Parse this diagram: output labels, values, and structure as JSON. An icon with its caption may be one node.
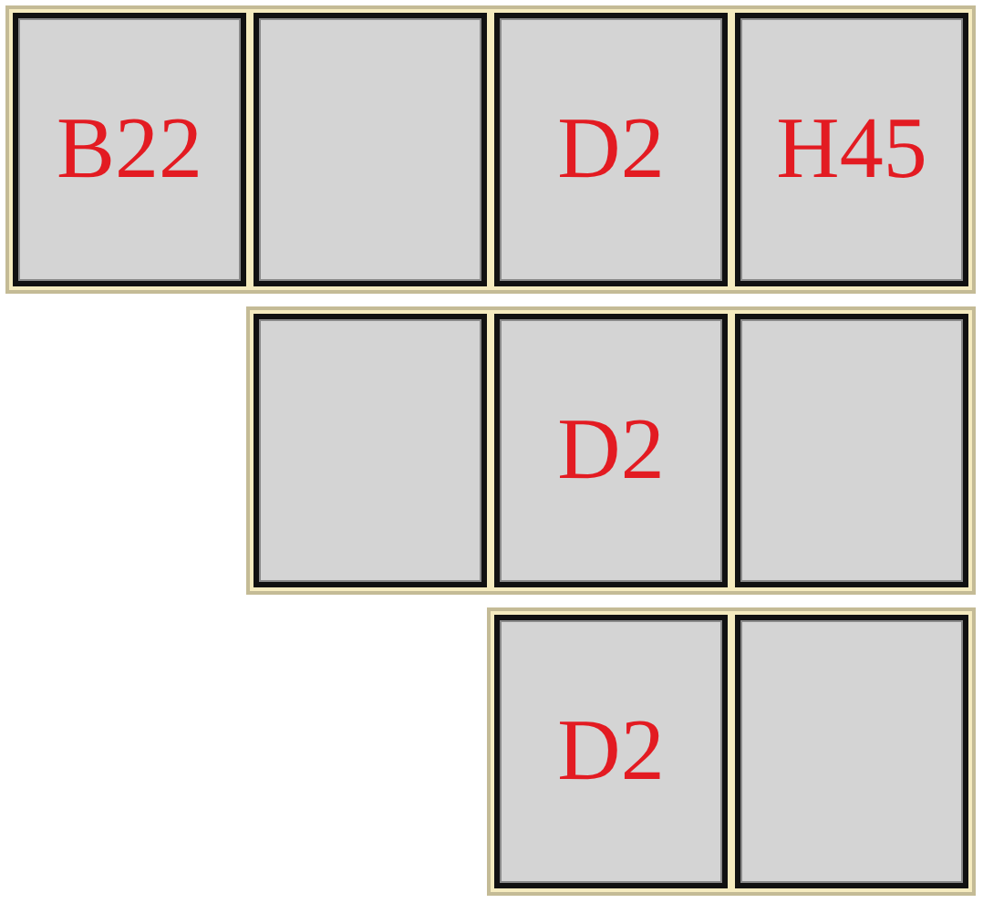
{
  "diagram": {
    "nodes": [
      {
        "text": [],
        "shape": "box"
      },
      {
        "text": [
          "B22"
        ],
        "in": 0
      },
      {
        "text": [],
        "shape": "box",
        "in": 0
      },
      {
        "text": [
          "D2"
        ],
        "in": 0
      },
      {
        "text": [
          "H45"
        ],
        "in": 0
      },
      {
        "text": [],
        "shape": "box"
      },
      {
        "text": [],
        "shape": "box",
        "in": 5
      },
      {
        "text": [
          "D2"
        ],
        "in": 5
      },
      {
        "text": [],
        "shape": "box",
        "in": 5
      },
      {
        "text": [],
        "shape": "box"
      },
      {
        "text": [
          "D2"
        ],
        "in": 9
      },
      {
        "text": [],
        "shape": "box",
        "in": 9
      }
    ]
  }
}
